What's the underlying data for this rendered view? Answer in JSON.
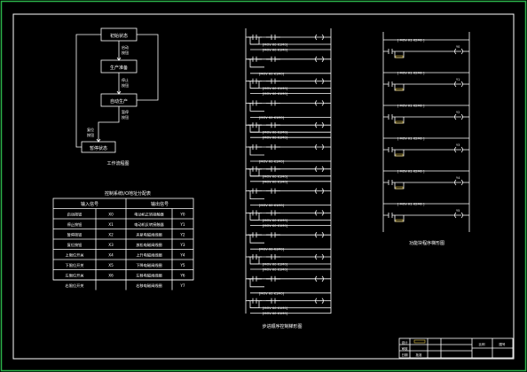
{
  "flowchart": {
    "caption": "工作流程图",
    "boxes": [
      "初始状态",
      "生产准备",
      "自动生产",
      "暂停状态"
    ],
    "side_labels": [
      [
        "启动",
        "按钮"
      ],
      [
        "停止",
        "按钮"
      ],
      [
        "暂停",
        "按钮"
      ],
      [
        "复位",
        "按钮"
      ]
    ]
  },
  "io_table": {
    "title": "控制系统I/O地址分配表",
    "headers": [
      "输入信号",
      "",
      "输出信号",
      ""
    ],
    "rows": [
      [
        "启动按钮",
        "X0",
        "电动机正转接触器",
        "Y0"
      ],
      [
        "停止按钮",
        "X1",
        "电动机反转接触器",
        "Y1"
      ],
      [
        "暂停按钮",
        "X2",
        "夹紧电磁阀线圈",
        "Y2"
      ],
      [
        "复位按钮",
        "X3",
        "放松电磁阀线圈",
        "Y3"
      ],
      [
        "上限位开关",
        "X4",
        "上升电磁阀线圈",
        "Y4"
      ],
      [
        "下限位开关",
        "X5",
        "下降电磁阀线圈",
        "Y5"
      ],
      [
        "左限位开关",
        "X6",
        "左移电磁阀线圈",
        "Y6"
      ],
      [
        "右限位开关",
        "",
        "右移电磁阀线圈",
        "Y7"
      ]
    ]
  },
  "ladder_left": {
    "caption": "步进顺序控制梯形图",
    "instruction_text": "[MOV K0 K1M0]"
  },
  "ladder_right": {
    "caption": "功能块程序梯形图",
    "instruction_text": "[ MOV K1 K2M0 ]"
  },
  "title_block": {
    "cells": [
      "设计",
      "审核",
      "比例",
      "图号",
      "日期",
      "批准"
    ]
  }
}
